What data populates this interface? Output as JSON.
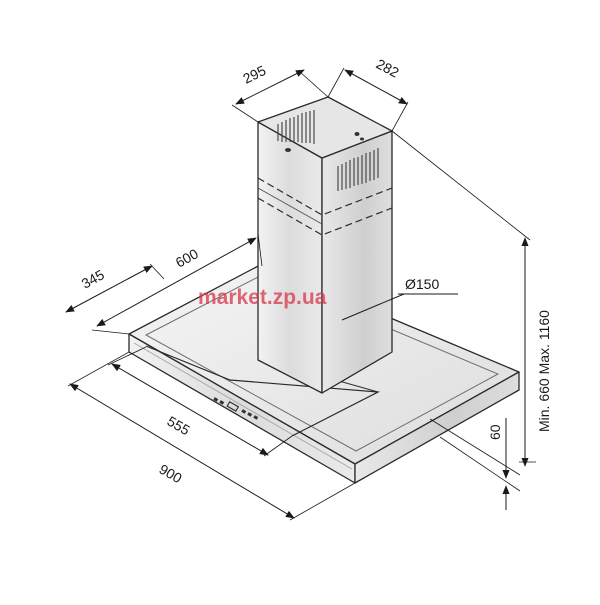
{
  "diagram": {
    "subject": "chimney range hood",
    "dimensions": {
      "chimney_width": "295",
      "chimney_depth": "282",
      "canopy_depth": "600",
      "chimney_offset": "345",
      "duct_diameter": "Ø150",
      "chimney_height_range": "Min. 660 Max. 1160",
      "canopy_thickness": "60",
      "canopy_front_width": "555",
      "canopy_width": "900"
    },
    "watermark": "market.zp.ua",
    "colors": {
      "steel_light": "#eeeeee",
      "steel_mid": "#d6d6d6",
      "steel_dark": "#b9b9b9",
      "duct_opening": "#111111",
      "watermark": "#d9354a"
    },
    "icons": [
      "dimension-arrow",
      "duct-opening",
      "vent-slots",
      "control-buttons"
    ]
  }
}
